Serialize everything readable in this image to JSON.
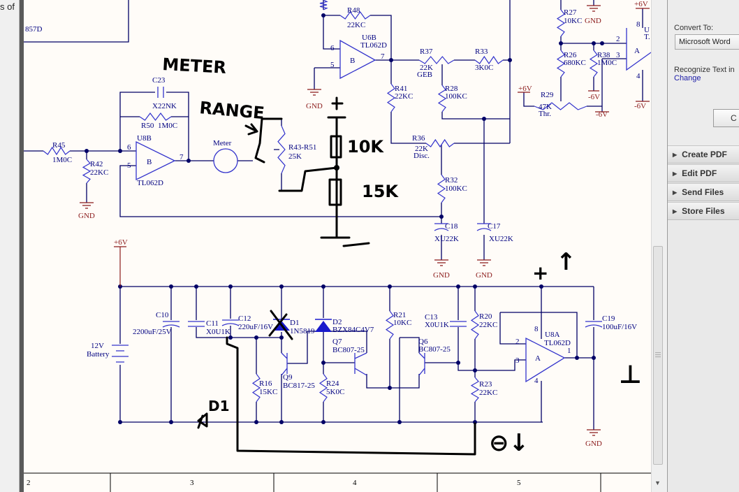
{
  "left_strip": {
    "text": "s of"
  },
  "top_left_box": {
    "fragment": "857D"
  },
  "parts": {
    "R48": {
      "ref": "R48",
      "value": "22KC"
    },
    "U6B": {
      "ref": "U6B",
      "value": "TL062D",
      "unit": "B",
      "pin_inv": "6",
      "pin_noninv": "5",
      "pin_out": "7"
    },
    "R37": {
      "ref": "R37",
      "value": "22K",
      "note": "GEB"
    },
    "R33": {
      "ref": "R33",
      "value": "3K0C"
    },
    "R41": {
      "ref": "R41",
      "value": "22KC"
    },
    "R28": {
      "ref": "R28",
      "value": "100KC"
    },
    "R27": {
      "ref": "R27",
      "value": "10KC"
    },
    "R26": {
      "ref": "R26",
      "value": "680KC"
    },
    "R38": {
      "ref": "R38",
      "value": "1M0C"
    },
    "R29": {
      "ref": "R29",
      "value": "47K",
      "note": "Thr."
    },
    "U9A": {
      "ref": "U",
      "value": "T.",
      "unit": "A",
      "pin_inv": "2",
      "pin_noninv": "3",
      "pin_pwr": "8",
      "pin_gnd": "4"
    },
    "C23": {
      "ref": "C23",
      "value": "X22NK"
    },
    "R50": {
      "ref": "R50",
      "value": "1M0C"
    },
    "U8B": {
      "ref": "U8B",
      "value": "TL062D",
      "unit": "B",
      "pin_inv": "6",
      "pin_noninv": "5",
      "pin_out": "7"
    },
    "R45": {
      "ref": "R45",
      "value": "1M0C"
    },
    "R42": {
      "ref": "R42",
      "value": "22KC"
    },
    "Meter": {
      "ref": "Meter"
    },
    "R43": {
      "ref": "R43-R51",
      "value": "25K"
    },
    "R36": {
      "ref": "R36",
      "value": "22K",
      "note": "Disc."
    },
    "R32": {
      "ref": "R32",
      "value": "100KC"
    },
    "C18": {
      "ref": "C18",
      "value": "XU22K"
    },
    "C17": {
      "ref": "C17",
      "value": "XU22K"
    },
    "C10": {
      "ref": "C10",
      "value": "2200uF/25V"
    },
    "C11": {
      "ref": "C11",
      "value": "X0U1K"
    },
    "C12": {
      "ref": "C12",
      "value": "220uF/16V"
    },
    "D1": {
      "ref": "D1",
      "value": "1N5819"
    },
    "D2": {
      "ref": "D2",
      "value": "BZX84C4V7"
    },
    "Q7": {
      "ref": "Q7",
      "value": "BC807-25"
    },
    "Q9": {
      "ref": "Q9",
      "value": "BC817-25"
    },
    "R16": {
      "ref": "R16",
      "value": "15KC"
    },
    "R24": {
      "ref": "R24",
      "value": "5K0C"
    },
    "R21": {
      "ref": "R21",
      "value": "10KC"
    },
    "C13": {
      "ref": "C13",
      "value": "X0U1K"
    },
    "Q6": {
      "ref": "Q6",
      "value": "BC807-25"
    },
    "R20": {
      "ref": "R20",
      "value": "22KC"
    },
    "R23": {
      "ref": "R23",
      "value": "22KC"
    },
    "U8A": {
      "ref": "U8A",
      "value": "TL062D",
      "unit": "A",
      "pin_inv": "2",
      "pin_noninv": "3",
      "pin_out": "1",
      "pin_pwr": "8",
      "pin_gnd": "4"
    },
    "C19": {
      "ref": "C19",
      "value": "100uF/16V"
    },
    "BAT": {
      "ref": "12V",
      "value": "Battery"
    }
  },
  "nets": {
    "gnd": "GND",
    "pos6": "+6V",
    "neg6": "-6V",
    "plus": "+"
  },
  "handwriting": {
    "meter": "METER",
    "range": "RANGE",
    "r10k": "10K",
    "r15k": "15K",
    "plus": "+",
    "minus": "—",
    "d1": "D1",
    "plus2": "+",
    "up": "↑",
    "ground": "⊥",
    "minus_down": "⊖↓"
  },
  "frame": {
    "columns": [
      "2",
      "3",
      "4",
      "5"
    ]
  },
  "colors": {
    "wire": "#000066",
    "component": "#3333cc",
    "power": "#8b1a1a",
    "page": "#fffcf8",
    "ink": "#000000"
  },
  "right_panel": {
    "convert_to_label": "Convert To:",
    "convert_to_value": "Microsoft Word",
    "recognize_label": "Recognize Text in",
    "change_link": "Change",
    "convert_button": "C",
    "sections": [
      "Create PDF",
      "Edit PDF",
      "Send Files",
      "Store Files"
    ]
  }
}
